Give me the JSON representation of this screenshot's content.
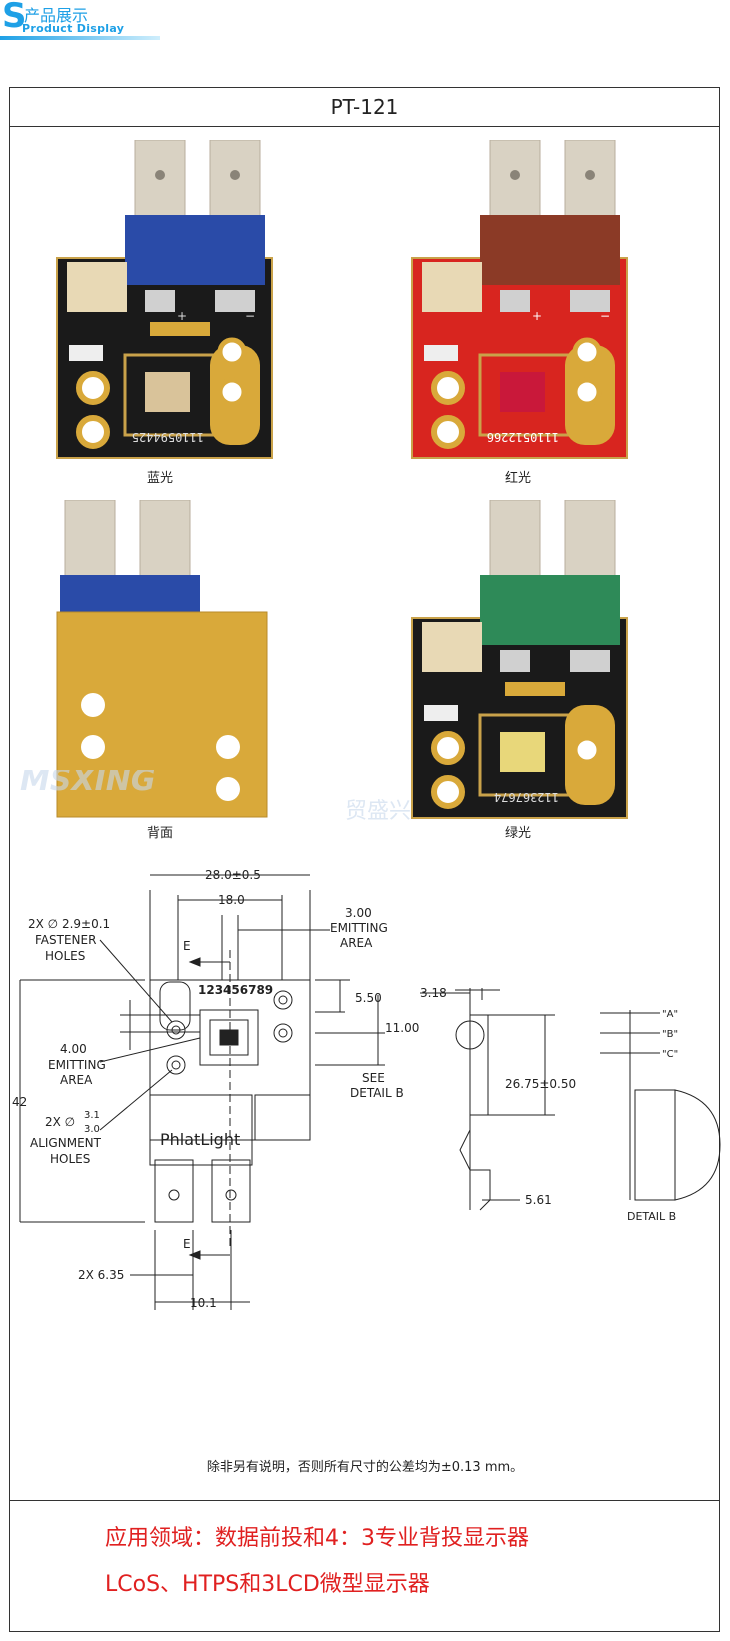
{
  "header": {
    "letter": "S",
    "title_cn": "产品展示",
    "title_en": "Product Display"
  },
  "product": {
    "model": "PT-121"
  },
  "photos": [
    {
      "caption": "蓝光",
      "serial": "1110594425"
    },
    {
      "caption": "红光",
      "serial": "1110512266"
    },
    {
      "caption": "背面"
    },
    {
      "caption": "绿光",
      "serial": "112367674"
    }
  ],
  "watermark": {
    "text_en": "MSXING",
    "text_cn": "贸盛兴"
  },
  "drawing": {
    "dims": {
      "width": "28.0±0.5",
      "pitch": "18.0",
      "emit_w": "3.00",
      "emit_w_label1": "EMITTING",
      "emit_w_label2": "AREA",
      "fastener1": "2X ∅ 2.9±0.1",
      "fastener2": "FASTENER",
      "fastener3": "HOLES",
      "marker_e": "E",
      "serial": "123456789",
      "d550": "5.50",
      "d1100": "11.00",
      "emit_h": "4.00",
      "emit_h_label1": "EMITTING",
      "emit_h_label2": "AREA",
      "see1": "SEE",
      "see2": "DETAIL B",
      "height": "42",
      "align1a": "2X ∅",
      "align1b": "3.1",
      "align1c": "3.0",
      "align2": "ALIGNMENT",
      "align3": "HOLES",
      "brand": "PhlatLight",
      "d635": "2X 6.35",
      "d101": "10.1",
      "side318": "3.18",
      "side2675": "26.75±0.50",
      "side561": "5.61",
      "detA": "\"A\"",
      "detB": "\"B\"",
      "detC": "\"C\"",
      "detail_label": "DETAIL B"
    }
  },
  "note": "除非另有说明，否则所有尺寸的公差均为±0.13 mm。",
  "application": {
    "line1": "应用领域：数据前投和4：3专业背投显示器",
    "line2": "LCoS、HTPS和3LCD微型显示器"
  },
  "colors": {
    "accent": "#1ea0e6",
    "red_text": "#e02020",
    "pcb_black": "#1a1a1a",
    "pcb_red": "#d8251f",
    "gold": "#d9a93a",
    "blue_block": "#2a4ba8",
    "brown_block": "#8b3a26",
    "green_block": "#2e8a58"
  }
}
